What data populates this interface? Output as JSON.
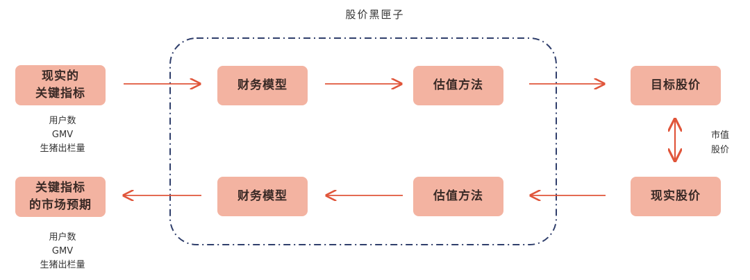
{
  "title": "股价黑匣子",
  "top_row": {
    "left_box": "现实的\n关键指标",
    "model_box": "财务模型",
    "valuation_box": "估值方法",
    "target_box": "目标股价"
  },
  "bottom_row": {
    "left_box": "关键指标\n的市场预期",
    "model_box": "财务模型",
    "valuation_box": "估值方法",
    "real_box": "现实股价"
  },
  "top_notes": "用户数\nGMV\n生猪出栏量",
  "bottom_notes": "用户数\nGMV\n生猪出栏量",
  "side_label": "市值\n股价",
  "colors": {
    "box": "#f3b3a1",
    "arrow": "#e0553a",
    "dash_border": "#2f3e6b"
  }
}
